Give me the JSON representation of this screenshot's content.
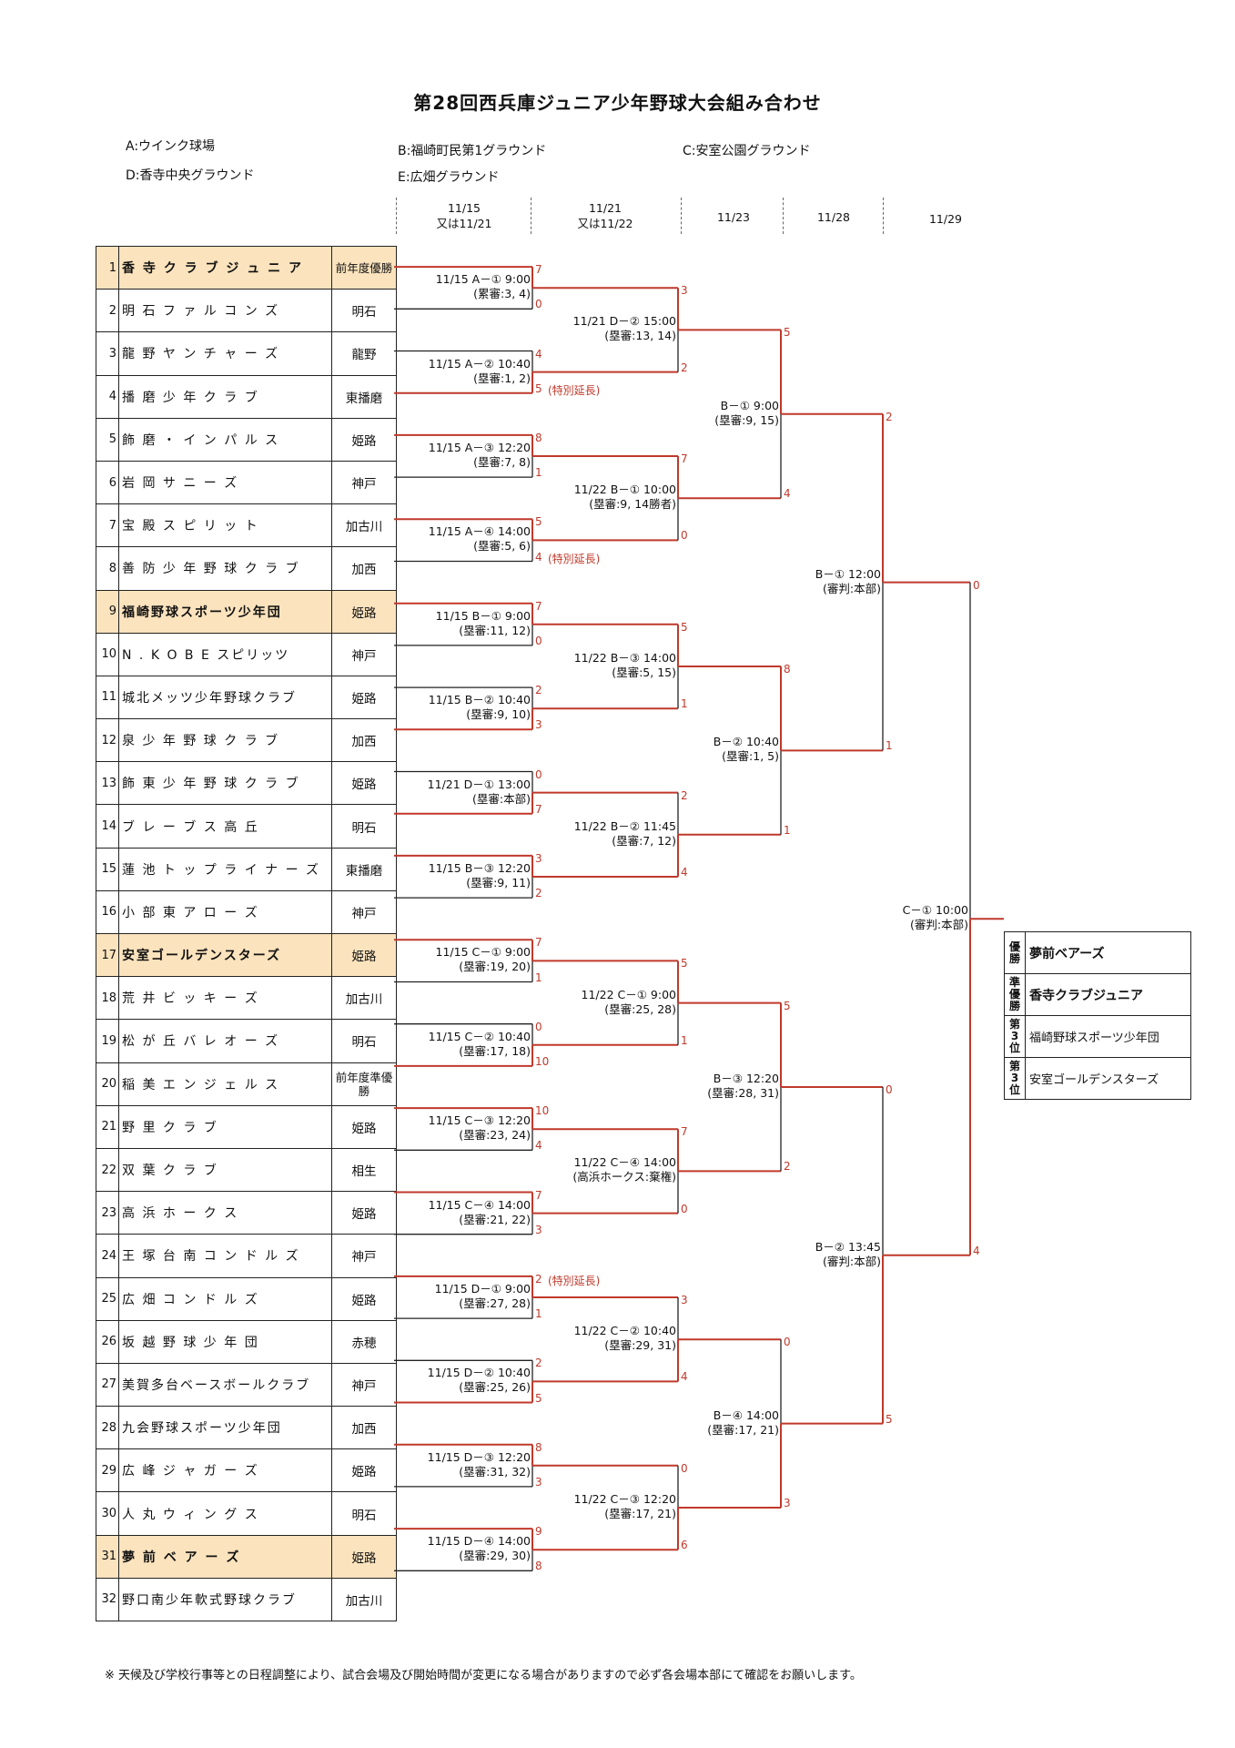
{
  "title": "第28回西兵庫ジュニア少年野球大会組み合わせ",
  "venues": [
    "A:ウインク球場",
    "B:福崎町民第1グラウンド",
    "C:安室公園グラウンド",
    "D:香寺中央グラウンド",
    "E:広畑グラウンド"
  ],
  "dates": [
    {
      "line1": "11/15",
      "line2": "又は11/21"
    },
    {
      "line1": "11/21",
      "line2": "又は11/22"
    },
    {
      "line1": "11/23",
      "line2": ""
    },
    {
      "line1": "11/28",
      "line2": ""
    },
    {
      "line1": "11/29",
      "line2": ""
    }
  ],
  "teams": [
    {
      "no": "1",
      "name": "香 寺 ク ラ ブ ジ ュ ニ ア",
      "region": "前年度優勝",
      "seed": true
    },
    {
      "no": "2",
      "name": "明 石 フ ァ ル コ ン ズ",
      "region": "明石",
      "seed": false
    },
    {
      "no": "3",
      "name": "龍 野 ヤ ン チ ャ ー ズ",
      "region": "龍野",
      "seed": false
    },
    {
      "no": "4",
      "name": "播 磨 少 年 ク ラ ブ",
      "region": "東播磨",
      "seed": false
    },
    {
      "no": "5",
      "name": "飾 磨 ・ イ ン パ ル ス",
      "region": "姫路",
      "seed": false
    },
    {
      "no": "6",
      "name": "岩 岡 サ ニ ー ズ",
      "region": "神戸",
      "seed": false
    },
    {
      "no": "7",
      "name": "宝 殿 ス ピ リ ッ ト",
      "region": "加古川",
      "seed": false
    },
    {
      "no": "8",
      "name": "善 防 少 年 野 球 ク ラ ブ",
      "region": "加西",
      "seed": false
    },
    {
      "no": "9",
      "name": "福崎野球スポーツ少年団",
      "region": "姫路",
      "seed": true
    },
    {
      "no": "10",
      "name": "N . K O B E スピリッツ",
      "region": "神戸",
      "seed": false
    },
    {
      "no": "11",
      "name": "城北メッツ少年野球クラブ",
      "region": "姫路",
      "seed": false
    },
    {
      "no": "12",
      "name": "泉 少 年 野 球 ク ラ ブ",
      "region": "加西",
      "seed": false
    },
    {
      "no": "13",
      "name": "飾 東 少 年 野 球 ク ラ ブ",
      "region": "姫路",
      "seed": false
    },
    {
      "no": "14",
      "name": "ブ レ ー ブ ス 高 丘",
      "region": "明石",
      "seed": false
    },
    {
      "no": "15",
      "name": "蓮 池 ト ッ プ ラ イ ナ ー ズ",
      "region": "東播磨",
      "seed": false
    },
    {
      "no": "16",
      "name": "小 部 東 ア ロ ー ズ",
      "region": "神戸",
      "seed": false
    },
    {
      "no": "17",
      "name": "安室ゴールデンスターズ",
      "region": "姫路",
      "seed": true
    },
    {
      "no": "18",
      "name": "荒 井 ビ ッ キ ー ズ",
      "region": "加古川",
      "seed": false
    },
    {
      "no": "19",
      "name": "松 が 丘 バ レ オ ー ズ",
      "region": "明石",
      "seed": false
    },
    {
      "no": "20",
      "name": "稲 美 エ ン ジ ェ ル ス",
      "region": "前年度準優勝",
      "seed": false
    },
    {
      "no": "21",
      "name": "野 里 ク ラ ブ",
      "region": "姫路",
      "seed": false
    },
    {
      "no": "22",
      "name": "双 葉 ク ラ ブ",
      "region": "相生",
      "seed": false
    },
    {
      "no": "23",
      "name": "高 浜 ホ ー ク ス",
      "region": "姫路",
      "seed": false
    },
    {
      "no": "24",
      "name": "王 塚 台 南 コ ン ド ル ズ",
      "region": "神戸",
      "seed": false
    },
    {
      "no": "25",
      "name": "広 畑 コ ン ド ル ズ",
      "region": "姫路",
      "seed": false
    },
    {
      "no": "26",
      "name": "坂 越 野 球 少 年 団",
      "region": "赤穂",
      "seed": false
    },
    {
      "no": "27",
      "name": "美賀多台ベースボールクラブ",
      "region": "神戸",
      "seed": false
    },
    {
      "no": "28",
      "name": "九会野球スポーツ少年団",
      "region": "加西",
      "seed": false
    },
    {
      "no": "29",
      "name": "広 峰 ジ ャ ガ ー ズ",
      "region": "姫路",
      "seed": false
    },
    {
      "no": "30",
      "name": "人 丸 ウ ィ ン グ ス",
      "region": "明石",
      "seed": false
    },
    {
      "no": "31",
      "name": "夢 前 ベ ア ー ズ",
      "region": "姫路",
      "seed": true
    },
    {
      "no": "32",
      "name": "野口南少年軟式野球クラブ",
      "region": "加古川",
      "seed": false
    }
  ],
  "round1": [
    {
      "l1": "11/15 A－① 9:00",
      "l2": "(累審:3, 4)",
      "s1": "7",
      "s2": "0",
      "note": ""
    },
    {
      "l1": "11/15 A－② 10:40",
      "l2": "(塁審:1, 2)",
      "s1": "4",
      "s2": "5",
      "note": "(特別延長)"
    },
    {
      "l1": "11/15 A－③ 12:20",
      "l2": "(塁審:7, 8)",
      "s1": "8",
      "s2": "1",
      "note": ""
    },
    {
      "l1": "11/15 A－④ 14:00",
      "l2": "(塁審:5, 6)",
      "s1": "5",
      "s2": "4",
      "note": "(特別延長)"
    },
    {
      "l1": "11/15 B－① 9:00",
      "l2": "(塁審:11, 12)",
      "s1": "7",
      "s2": "0",
      "note": ""
    },
    {
      "l1": "11/15 B－② 10:40",
      "l2": "(塁審:9, 10)",
      "s1": "2",
      "s2": "3",
      "note": ""
    },
    {
      "l1": "11/21 D－① 13:00",
      "l2": "(塁審:本部)",
      "s1": "0",
      "s2": "7",
      "note": ""
    },
    {
      "l1": "11/15 B－③ 12:20",
      "l2": "(塁審:9, 11)",
      "s1": "3",
      "s2": "2",
      "note": ""
    },
    {
      "l1": "11/15 C－① 9:00",
      "l2": "(塁審:19, 20)",
      "s1": "7",
      "s2": "1",
      "note": ""
    },
    {
      "l1": "11/15 C－② 10:40",
      "l2": "(塁審:17, 18)",
      "s1": "0",
      "s2": "10",
      "note": ""
    },
    {
      "l1": "11/15 C－③ 12:20",
      "l2": "(塁審:23, 24)",
      "s1": "10",
      "s2": "4",
      "note": ""
    },
    {
      "l1": "11/15 C－④ 14:00",
      "l2": "(塁審:21, 22)",
      "s1": "7",
      "s2": "3",
      "note": ""
    },
    {
      "l1": "11/15 D－① 9:00",
      "l2": "(塁審:27, 28)",
      "s1": "2",
      "s2": "1",
      "note": "(特別延長)"
    },
    {
      "l1": "11/15 D－② 10:40",
      "l2": "(塁審:25, 26)",
      "s1": "2",
      "s2": "5",
      "note": ""
    },
    {
      "l1": "11/15 D－③ 12:20",
      "l2": "(塁審:31, 32)",
      "s1": "8",
      "s2": "3",
      "note": ""
    },
    {
      "l1": "11/15 D－④ 14:00",
      "l2": "(塁審:29, 30)",
      "s1": "9",
      "s2": "8",
      "note": ""
    }
  ],
  "round2": [
    {
      "l1": "11/21 D－② 15:00",
      "l2": "(塁審:13, 14)",
      "s1": "3",
      "s2": "2"
    },
    {
      "l1": "11/22 B－① 10:00",
      "l2": "(塁審:9, 14勝者)",
      "s1": "7",
      "s2": "0"
    },
    {
      "l1": "11/22 B－③ 14:00",
      "l2": "(塁審:5, 15)",
      "s1": "5",
      "s2": "1"
    },
    {
      "l1": "11/22 B－② 11:45",
      "l2": "(塁審:7, 12)",
      "s1": "2",
      "s2": "4"
    },
    {
      "l1": "11/22 C－① 9:00",
      "l2": "(塁審:25, 28)",
      "s1": "5",
      "s2": "1"
    },
    {
      "l1": "11/22 C－④ 14:00",
      "l2": "(高浜ホークス:棄権)",
      "s1": "7",
      "s2": "0"
    },
    {
      "l1": "11/22 C－② 10:40",
      "l2": "(塁審:29, 31)",
      "s1": "3",
      "s2": "4"
    },
    {
      "l1": "11/22 C－③ 12:20",
      "l2": "(塁審:17, 21)",
      "s1": "0",
      "s2": "6"
    }
  ],
  "round3": [
    {
      "l1": "B－① 9:00",
      "l2": "(塁審:9, 15)",
      "s1": "5",
      "s2": "4"
    },
    {
      "l1": "B－② 10:40",
      "l2": "(塁審:1, 5)",
      "s1": "8",
      "s2": "1"
    },
    {
      "l1": "B－③ 12:20",
      "l2": "(塁審:28, 31)",
      "s1": "5",
      "s2": "2"
    },
    {
      "l1": "B－④ 14:00",
      "l2": "(塁審:17, 21)",
      "s1": "0",
      "s2": "3"
    }
  ],
  "round4": [
    {
      "l1": "B－① 12:00",
      "l2": "(審判:本部)",
      "s1": "2",
      "s2": "1"
    },
    {
      "l1": "B－② 13:45",
      "l2": "(審判:本部)",
      "s1": "0",
      "s2": "5"
    }
  ],
  "final": {
    "l1": "C－① 10:00",
    "l2": "(審判:本部)",
    "s1": "0",
    "s2": "4"
  },
  "results": [
    {
      "rank": "優勝",
      "team": "夢前ベアーズ"
    },
    {
      "rank": "準優勝",
      "team": "香寺クラブジュニア"
    },
    {
      "rank": "第3位",
      "team": "福崎野球スポーツ少年団"
    },
    {
      "rank": "第3位",
      "team": "安室ゴールデンスターズ"
    }
  ],
  "note": "※ 天候及び学校行事等との日程調整により、試合会場及び開始時間が変更になる場合がありますので必ず各会場本部にて確認をお願いします。",
  "colors": {
    "winner_line": "#c0392b",
    "normal_line": "#222222",
    "seed_fill": "#fbe3bd"
  }
}
